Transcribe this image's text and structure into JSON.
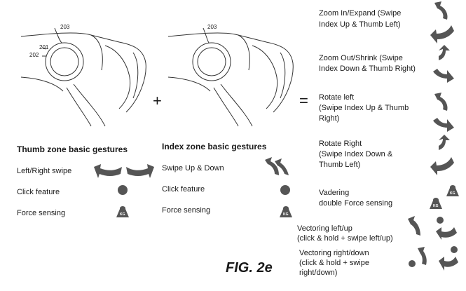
{
  "refs": {
    "r203": "203",
    "r201": "201",
    "r202": "202",
    "r203b": "203"
  },
  "operators": {
    "plus": "+",
    "equals": "="
  },
  "thumb_zone": {
    "title": "Thumb zone basic gestures",
    "items": [
      "Left/Right swipe",
      "Click feature",
      "Force sensing"
    ]
  },
  "index_zone": {
    "title": "Index zone basic gestures",
    "items": [
      "Swipe Up & Down",
      "Click feature",
      "Force sensing"
    ]
  },
  "results": [
    {
      "lines": [
        "Zoom In/Expand (Swipe",
        "Index Up & Thumb Left)"
      ]
    },
    {
      "lines": [
        "Zoom Out/Shrink (Swipe",
        "Index Down & Thumb Right)"
      ]
    },
    {
      "lines": [
        "Rotate left",
        "(Swipe Index Up & Thumb",
        "Right)"
      ]
    },
    {
      "lines": [
        "Rotate Right",
        "(Swipe Index Down &",
        "Thumb Left)"
      ]
    },
    {
      "lines": [
        "Vadering",
        "double Force sensing"
      ]
    },
    {
      "lines": [
        "Vectoring left/up",
        "(click & hold + swipe left/up)"
      ]
    },
    {
      "lines": [
        "Vectoring right/down",
        "(click & hold + swipe",
        "right/down)"
      ]
    }
  ],
  "kg_label": "KG",
  "figure_label": "FIG. 2e"
}
